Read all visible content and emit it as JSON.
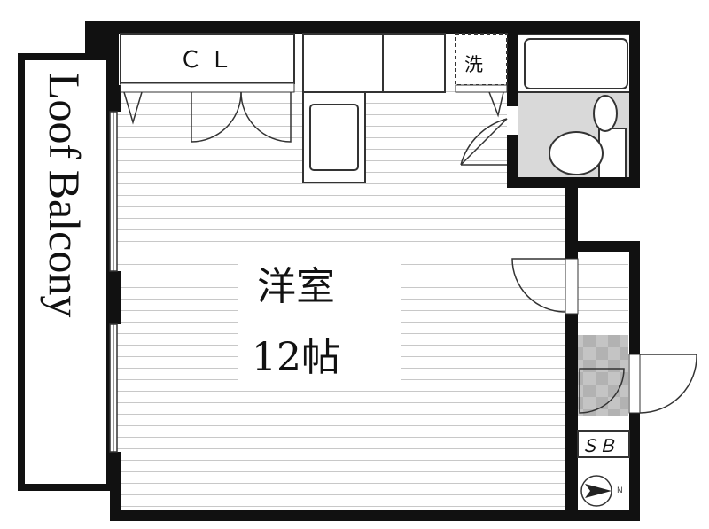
{
  "plan": {
    "room_name": "洋室",
    "room_size": "12帖",
    "closet_label": "ＣＬ",
    "washer_label": "洗",
    "shoe_box_label": "ＳＢ",
    "balcony_label": "Loof Balcony",
    "compass_label": "N"
  },
  "colors": {
    "wall": "#111111",
    "floor_line": "#c8c8c8",
    "wet_area": "#d9d9d9",
    "entrance_tile": "#bfbfbf"
  }
}
